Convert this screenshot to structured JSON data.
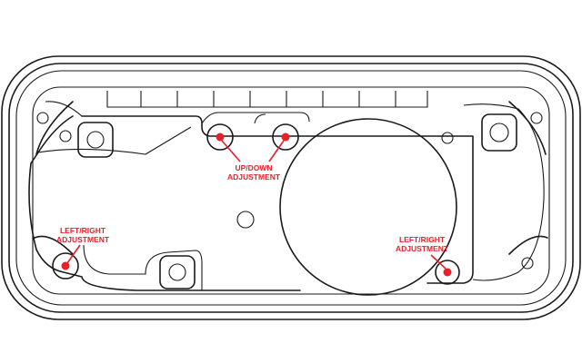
{
  "diagram": {
    "accent_color": "#e8202a",
    "labels": {
      "up_down": [
        "UP/DOWN",
        "ADJUSTMENT"
      ],
      "left_right_left": [
        "LEFT/RIGHT",
        "ADJUSTMENT"
      ],
      "left_right_right": [
        "LEFT/RIGHT",
        "ADJUSTMENT"
      ]
    }
  }
}
